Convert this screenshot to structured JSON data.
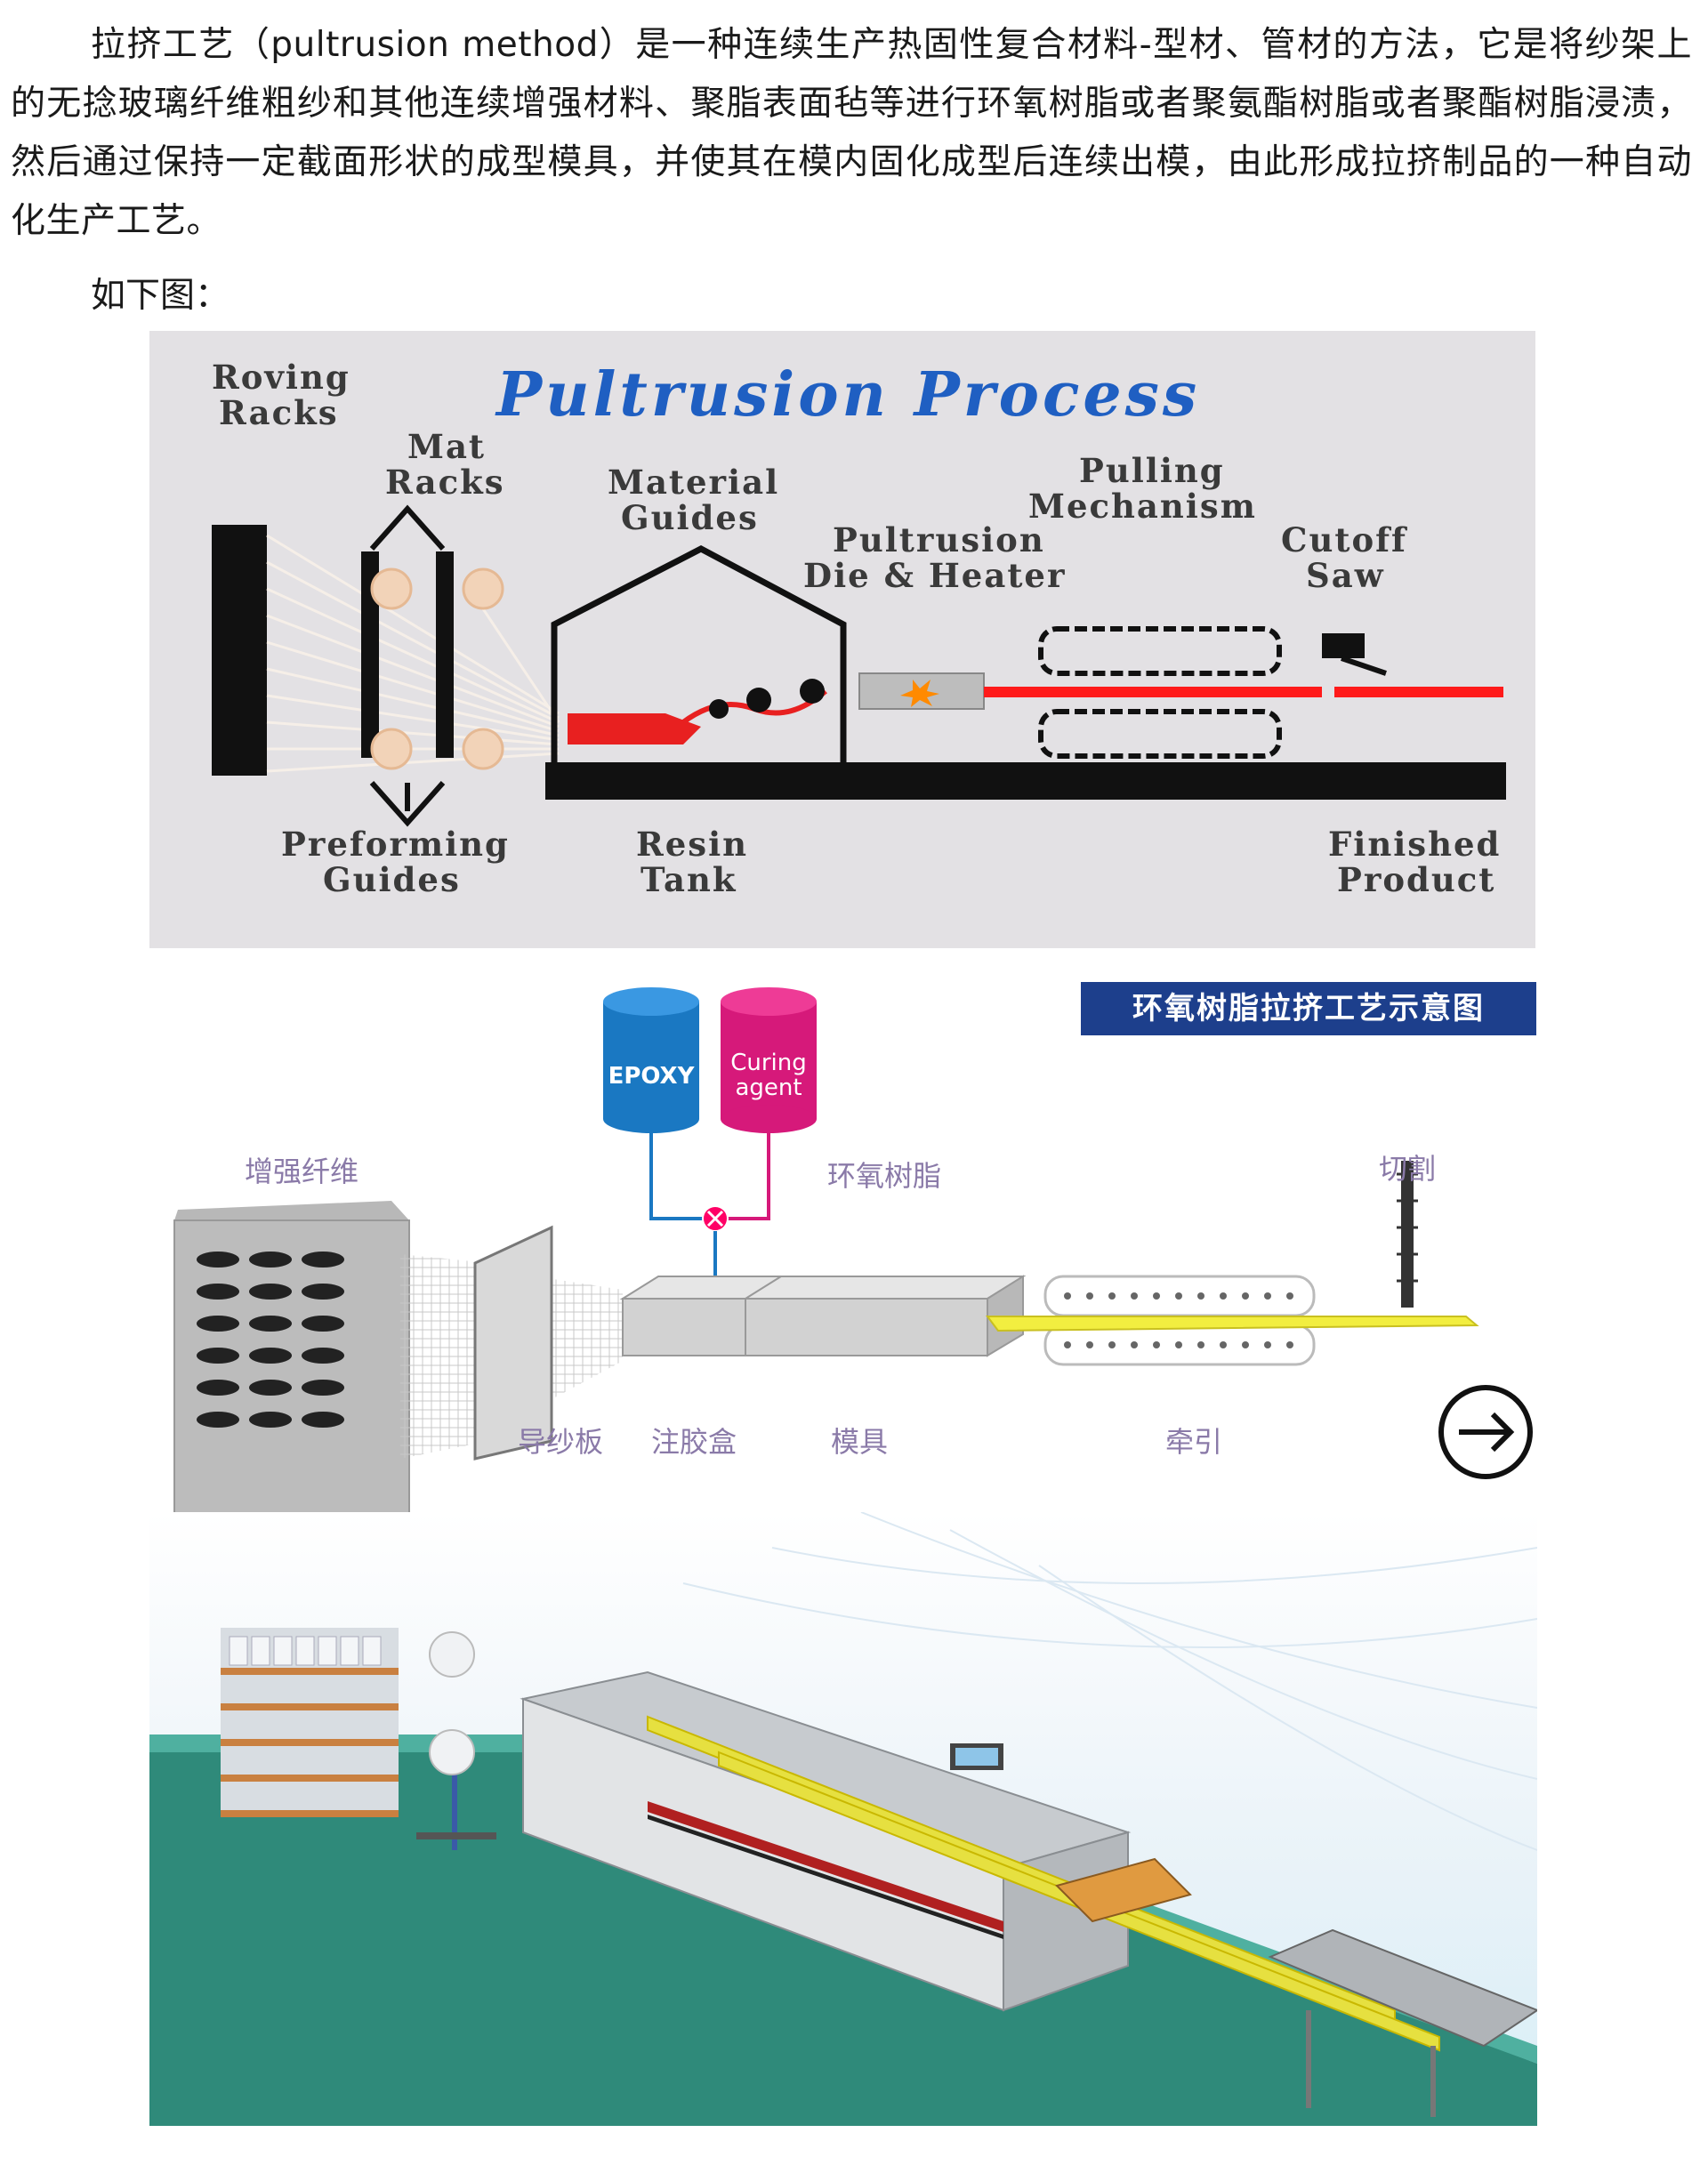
{
  "intro": {
    "paragraph": "拉挤工艺（pultrusion method）是一种连续生产热固性复合材料-型材、管材的方法，它是将纱架上的无捻玻璃纤维粗纱和其他连续增强材料、聚脂表面毡等进行环氧树脂或者聚氨酯树脂或者聚酯树脂浸渍，然后通过保持一定截面形状的成型模具，并使其在模内固化成型后连续出模，由此形成拉挤制品的一种自动化生产工艺。",
    "caption": "如下图："
  },
  "diagram_en": {
    "title": "Pultrusion Process",
    "labels": {
      "roving_racks_1": "Roving",
      "roving_racks_2": "Racks",
      "mat_racks_1": "Mat",
      "mat_racks_2": "Racks",
      "material_guides_1": "Material",
      "material_guides_2": "Guides",
      "pulling_1": "Pulling",
      "pulling_2": "Mechanism",
      "die_1": "Pultrusion",
      "die_2": "Die & Heater",
      "saw_1": "Cutoff",
      "saw_2": "Saw",
      "preforming_1": "Preforming",
      "preforming_2": "Guides",
      "resin_1": "Resin",
      "resin_2": "Tank",
      "finished_1": "Finished",
      "finished_2": "Product"
    },
    "colors": {
      "title": "#1f5fc2",
      "product": "#ff1a1a"
    }
  },
  "diagram_cn": {
    "badge": "环氧树脂拉挤工艺示意图",
    "tank_epoxy": "EPOXY",
    "tank_curing_1": "Curing",
    "tank_curing_2": "agent",
    "labels": {
      "fiber": "增强纤维",
      "resin": "环氧树脂",
      "cut": "切割",
      "guide_plate": "导纱板",
      "glue_box": "注胶盒",
      "mold": "模具",
      "traction": "牵引"
    },
    "icon": "arrow-right-circle-icon",
    "colors": {
      "epoxy": "#1a78c2",
      "curing": "#d6197a",
      "product": "#e8e020",
      "badge": "#1d3f8c"
    }
  },
  "illustration": {
    "name": "pultrusion-machine-3d-illustration"
  }
}
